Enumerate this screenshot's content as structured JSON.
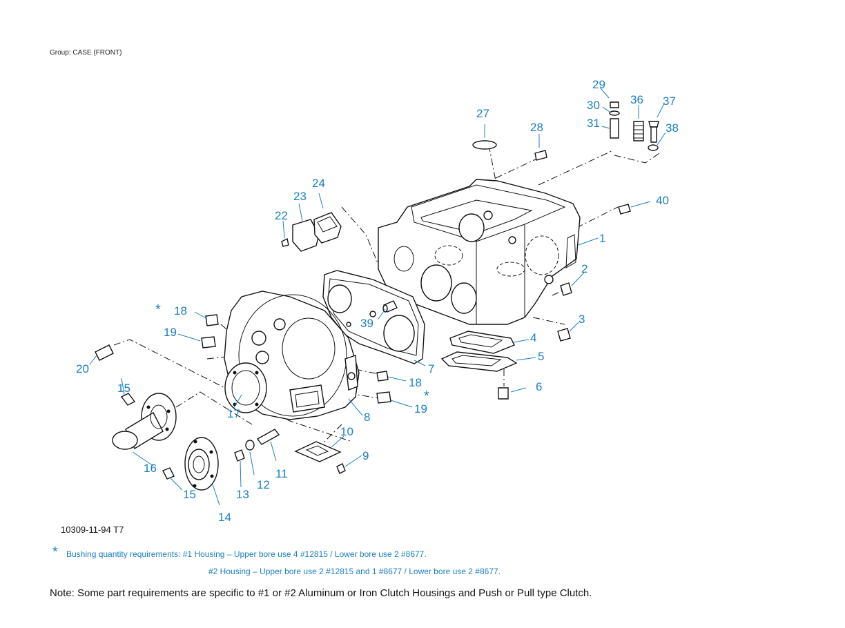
{
  "group_label": "Group: CASE (FRONT)",
  "figure_id": "10309-11-94 T7",
  "callouts": [
    "1",
    "2",
    "3",
    "4",
    "5",
    "6",
    "7",
    "8",
    "9",
    "10",
    "11",
    "12",
    "13",
    "14",
    "15",
    "15",
    "16",
    "17",
    "18",
    "18",
    "19",
    "19",
    "20",
    "22",
    "23",
    "24",
    "27",
    "28",
    "29",
    "30",
    "31",
    "36",
    "37",
    "38",
    "39",
    "40"
  ],
  "asterisk_symbol": "*",
  "footnote": {
    "symbol": "*",
    "line1": "Bushing quantity requirements: #1 Housing – Upper bore use 4 #12815  /  Lower bore use 2 #8677.",
    "line2": "#2 Housing – Upper bore use 2 #12815 and 1 #8677  /  Lower bore use 2 #8677."
  },
  "note": "Note: Some part requirements are specific to #1 or #2 Aluminum or Iron Clutch Housings and Push or Pull type Clutch.",
  "colors": {
    "callout_blue": "#1a7fc1",
    "line_art": "#111111",
    "background": "#ffffff"
  }
}
